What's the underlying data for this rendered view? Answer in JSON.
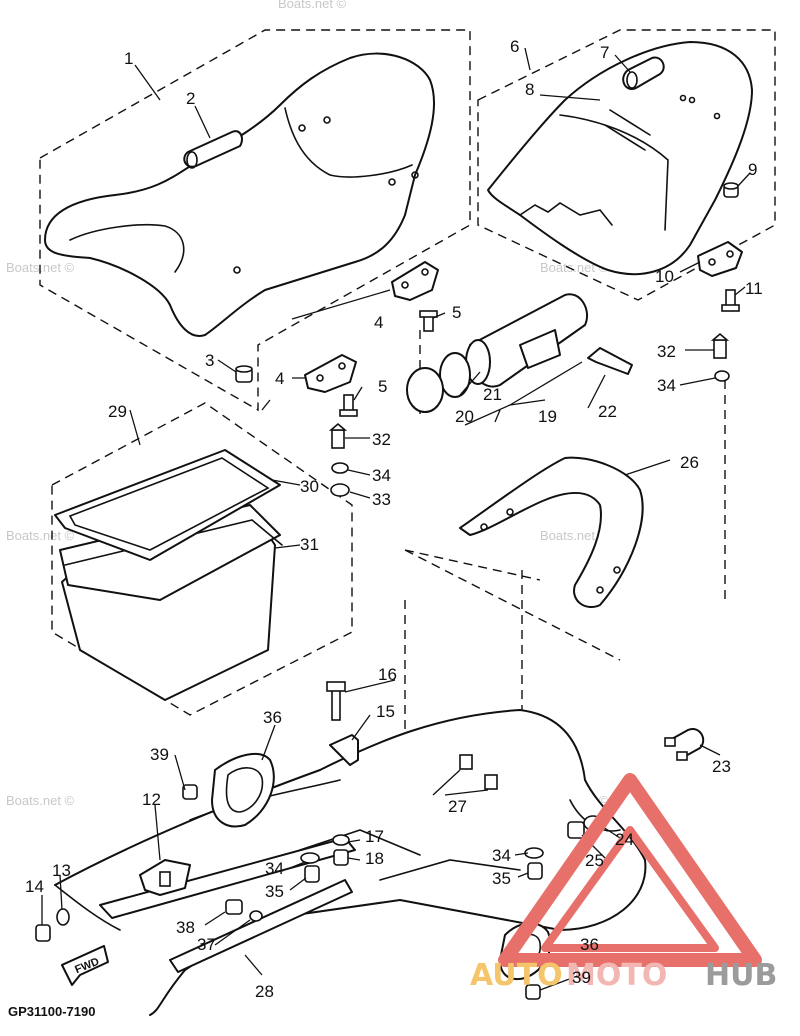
{
  "diagram_code": "GP31100-7190",
  "forward_marker": "FWD",
  "watermark_text": "Boats.net ©",
  "logo": {
    "part1": "AUTO",
    "part2": "MOTO",
    "part3": "HUB",
    "color_triangle": "#e8706a",
    "color_auto": "#f5c56b",
    "color_moto": "#f3b7b3",
    "color_hub": "#9b9b9b"
  },
  "callouts": {
    "n1": "1",
    "n2": "2",
    "n3": "3",
    "n4a": "4",
    "n4b": "4",
    "n5a": "5",
    "n5b": "5",
    "n6": "6",
    "n7": "7",
    "n8": "8",
    "n9": "9",
    "n10": "10",
    "n11": "11",
    "n12": "12",
    "n13": "13",
    "n14": "14",
    "n15": "15",
    "n16": "16",
    "n17": "17",
    "n18": "18",
    "n19": "19",
    "n20": "20",
    "n21": "21",
    "n22": "22",
    "n23": "23",
    "n24": "24",
    "n25": "25",
    "n26": "26",
    "n27": "27",
    "n28": "28",
    "n29": "29",
    "n30": "30",
    "n31": "31",
    "n32a": "32",
    "n32b": "32",
    "n33": "33",
    "n34a": "34",
    "n34b": "34",
    "n34c": "34",
    "n34d": "34",
    "n35a": "35",
    "n35b": "35",
    "n36a": "36",
    "n36b": "36",
    "n37": "37",
    "n38": "38",
    "n39a": "39",
    "n39b": "39"
  }
}
